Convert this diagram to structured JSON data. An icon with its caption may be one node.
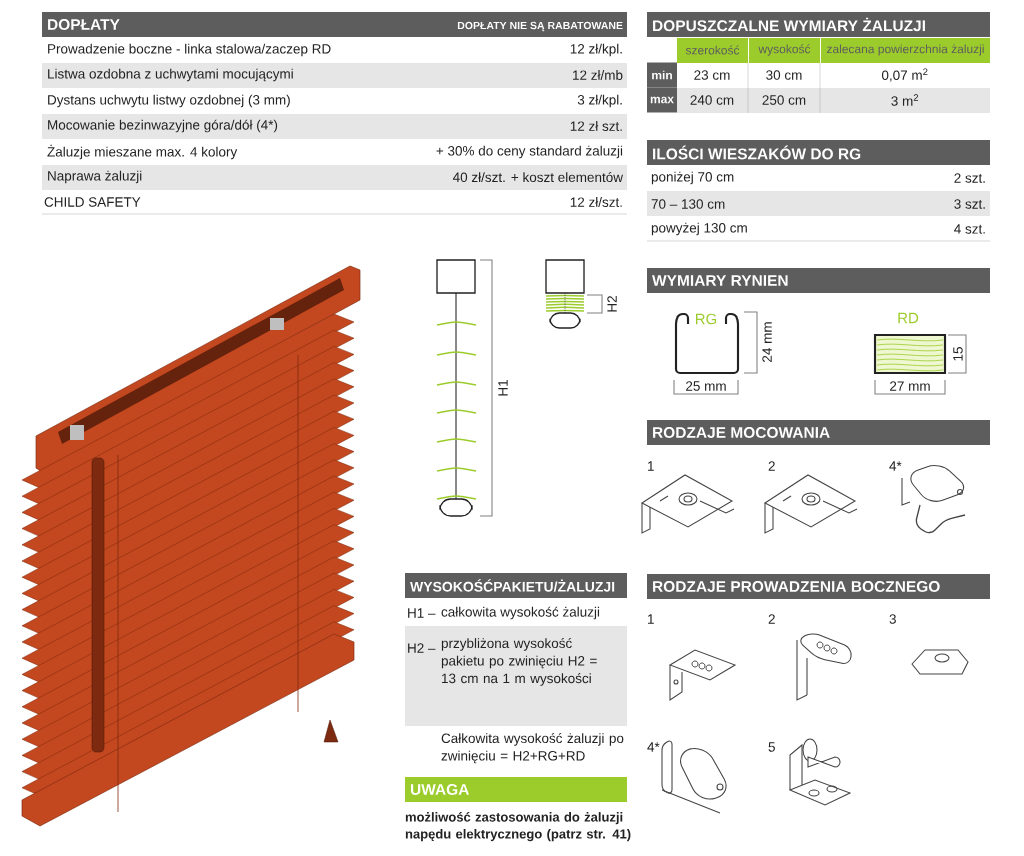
{
  "diagram": {
    "nodes": [
      {
        "text": [
          "DOPŁATY",
          "DOPŁATY NIE SĄ RABATOWANE"
        ]
      },
      {
        "text": [
          "DOPUSZCZALNE WYMIARY ŻALUZJI"
        ]
      },
      {
        "text": [
          "ILOŚCI WIESZAKÓW DO RG"
        ]
      },
      {
        "text": [
          "WYMIARY RYNIEN"
        ]
      },
      {
        "text": [
          "RODZAJE MOCOWANIA"
        ]
      },
      {
        "text": [
          "WYSOKOŚĆPAKIETU/ŻALUZJI"
        ]
      },
      {
        "text": [
          "RODZAJE PROWADZENIA BOCZNEGO"
        ]
      },
      {
        "text": [
          "UWAGA"
        ]
      }
    ],
    "labels": [
      "Prowadzenie boczne - linka stalowa/zaczep RD",
      "12 zł/kpl.",
      "Listwa ozdobna z uchwytami mocującymi",
      "12 zł/mb",
      "Dystans uchwytu listwy ozdobnej (3 mm)",
      "3 zł/kpl.",
      "Mocowanie bezinwazyjne góra/dół (4*)",
      "12 zł szt.",
      "Żaluzje mieszane max. 4 kolory",
      "+ 30% do ceny standard żaluzji",
      "Naprawa żaluzji",
      "40 zł/szt. + koszt elementów",
      "CHILD SAFETY",
      "12 zł/szt.",
      "szerokość",
      "wysokość",
      "zalecana powierzchnia żaluzji",
      "min",
      "23 cm",
      "30 cm",
      "0,07 m$^{2}$",
      "max",
      "240 cm",
      "250 cm",
      "3 m$^{2}$",
      "poniżej 70 cm",
      "2 szt.",
      "70 – 130 cm",
      "3 szt.",
      "powyżej 130 cm",
      "4 szt.",
      "H1",
      "H2",
      "RG",
      "24 mm",
      "25 mm",
      "RD",
      "15",
      "27 mm",
      "1",
      "2",
      "4*",
      "H1 –",
      "całkowita wysokość żaluzji",
      "H2 –",
      "przybliżona wysokość pakietu po zwinięciu H2 = 13 cm na 1 m wysokości",
      "Całkowita wysokość żaluzji po zwinięciu = H2+RG+RD",
      "1",
      "2",
      "3",
      "4*",
      "5",
      "możliwość zastosowania do żaluzji napędu elektrycznego (patrz str. 41)"
    ]
  }
}
